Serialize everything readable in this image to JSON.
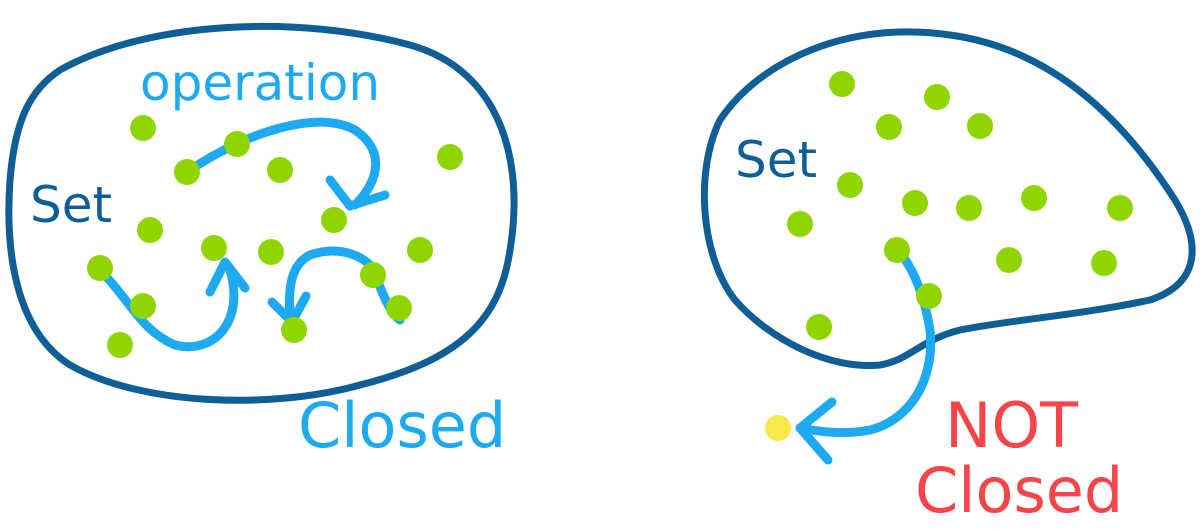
{
  "colors": {
    "outline": "#0f5e96",
    "arrow": "#1eaaf1",
    "dot": "#8fd600",
    "outside_dot": "#f8e84a",
    "not_text": "#f5454a",
    "set_text": "#0f5e96",
    "closed_text": "#1eaaf1"
  },
  "left": {
    "set_label": "Set",
    "operation_label": "operation",
    "closed_label": "Closed"
  },
  "right": {
    "set_label": "Set",
    "not_label": "NOT",
    "closed_label": "Closed"
  }
}
